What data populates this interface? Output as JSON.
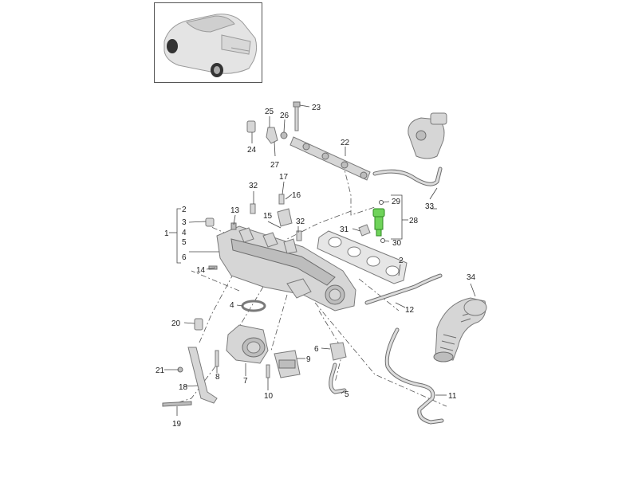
{
  "callouts": {
    "c1": "1",
    "c2": "2",
    "c2b": "2",
    "c3": "3",
    "c4": "4",
    "c4b": "4",
    "c5": "5",
    "c5b": "5",
    "c6": "6",
    "c6b": "6",
    "c7": "7",
    "c8": "8",
    "c9": "9",
    "c10": "10",
    "c11": "11",
    "c12": "12",
    "c13": "13",
    "c14": "14",
    "c15": "15",
    "c16": "16",
    "c17": "17",
    "c18": "18",
    "c19": "19",
    "c20": "20",
    "c21": "21",
    "c22": "22",
    "c23": "23",
    "c24": "24",
    "c25": "25",
    "c26": "26",
    "c27": "27",
    "c28": "28",
    "c29": "29",
    "c30": "30",
    "c31": "31",
    "c32a": "32",
    "c32b": "32",
    "c33": "33",
    "c34": "34"
  },
  "colors": {
    "highlight": "#6fd35a",
    "part_fill": "#d6d6d6",
    "outline": "#7a7a7a"
  },
  "icons": {
    "vehicle_thumbnail": "suv-car-icon"
  }
}
